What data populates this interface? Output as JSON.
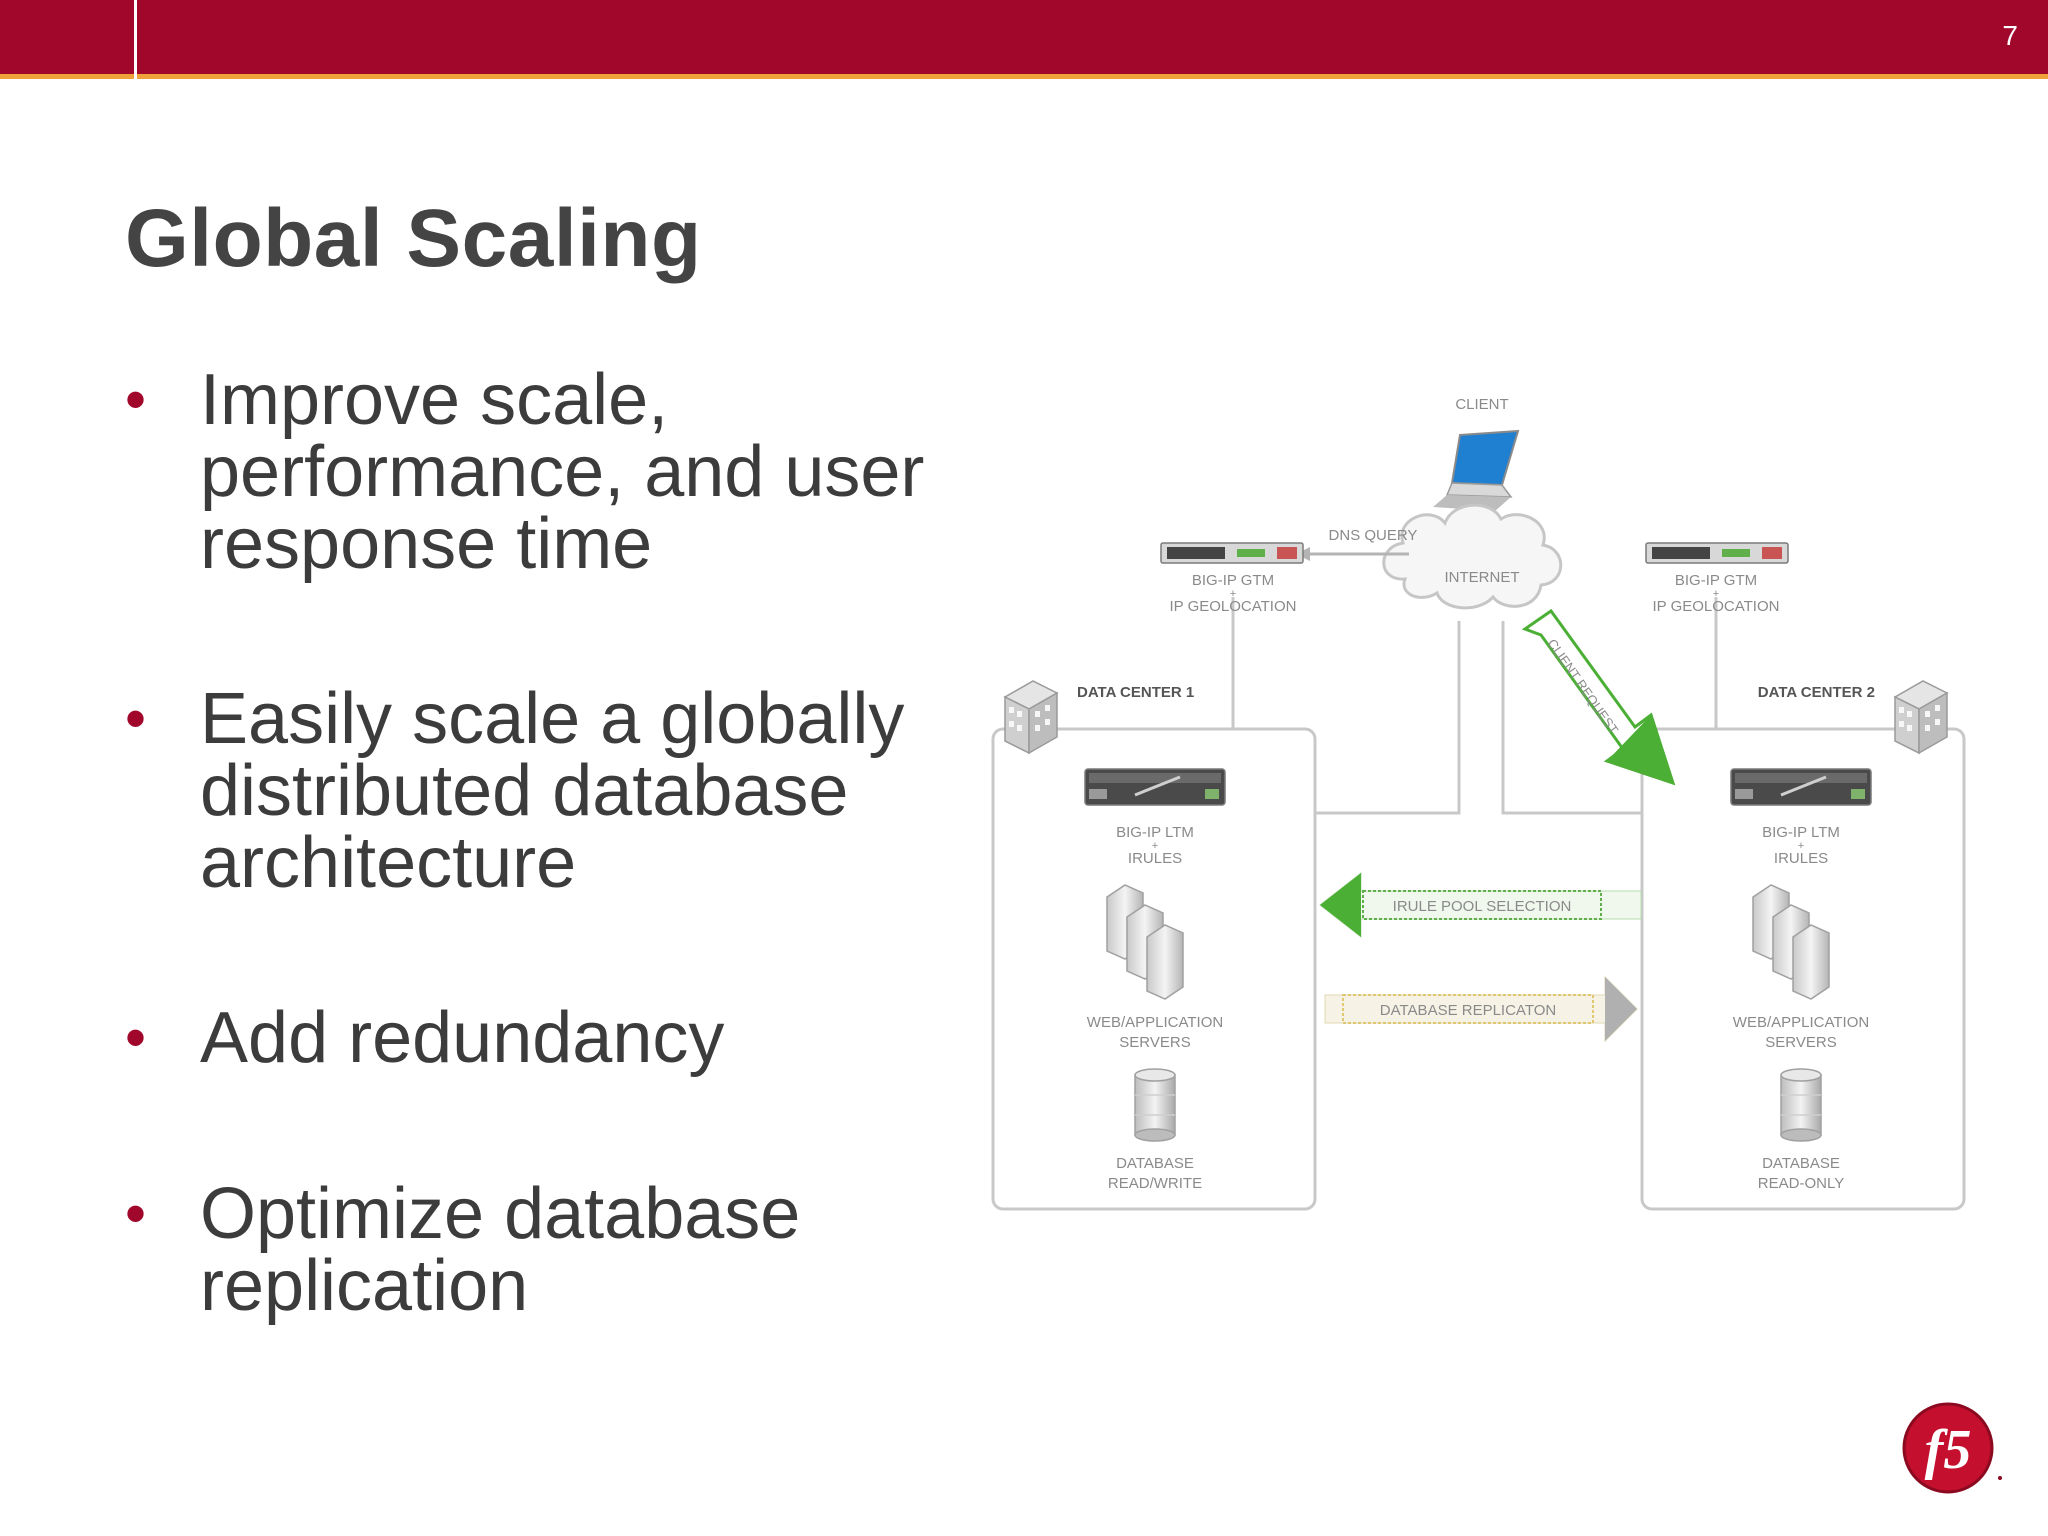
{
  "header": {
    "page_number": "7"
  },
  "slide": {
    "title": "Global Scaling",
    "bullets": [
      {
        "lines": [
          "Improve scale,",
          "performance, and user",
          "response time"
        ]
      },
      {
        "lines": [
          "Easily scale a globally",
          "distributed database",
          "architecture"
        ]
      },
      {
        "lines": [
          "Add redundancy"
        ]
      },
      {
        "lines": [
          "Optimize database",
          "replication"
        ]
      }
    ]
  },
  "diagram": {
    "client": "CLIENT",
    "internet": "INTERNET",
    "dns_query": "DNS QUERY",
    "client_request": "CLIENT REQUEST",
    "gtm_left": {
      "line1": "BIG-IP GTM",
      "line2": "+",
      "line3": "IP GEOLOCATION"
    },
    "gtm_right": {
      "line1": "BIG-IP GTM",
      "line2": "+",
      "line3": "IP GEOLOCATION"
    },
    "dc1": {
      "label": "DATA CENTER 1",
      "ltm_line1": "BIG-IP LTM",
      "ltm_line2": "+",
      "ltm_line3": "IRULES",
      "servers_line1": "WEB/APPLICATION",
      "servers_line2": "SERVERS",
      "db_line1": "DATABASE",
      "db_line2": "READ/WRITE"
    },
    "dc2": {
      "label": "DATA CENTER 2",
      "ltm_line1": "BIG-IP LTM",
      "ltm_line2": "+",
      "ltm_line3": "IRULES",
      "servers_line1": "WEB/APPLICATION",
      "servers_line2": "SERVERS",
      "db_line1": "DATABASE",
      "db_line2": "READ-ONLY"
    },
    "irule_pool_selection": "IRULE POOL SELECTION",
    "database_replication": "DATABASE REPLICATON"
  },
  "logo": {
    "text": "f5",
    "icon": "f5-logo-icon"
  },
  "colors": {
    "brand": "#a1062b",
    "accent": "#f0a23a",
    "arrow_green": "#4caf35"
  }
}
